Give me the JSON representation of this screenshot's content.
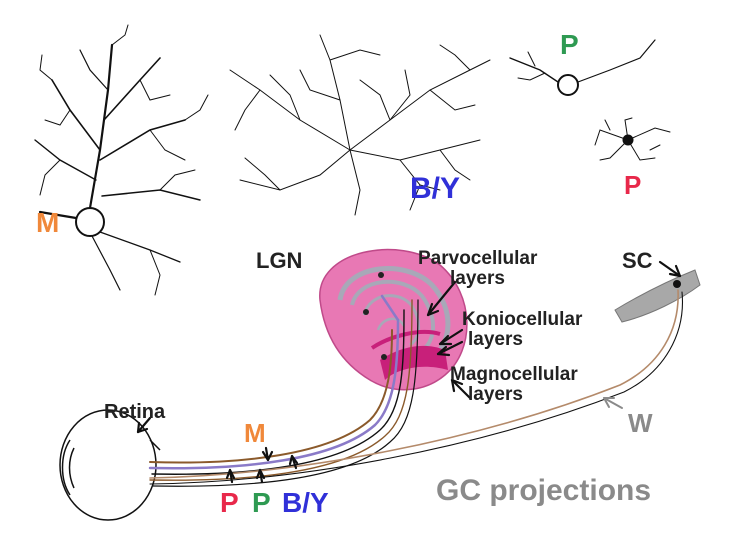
{
  "labels": {
    "cell_m_top": "M",
    "cell_by": "B/Y",
    "cell_p_green": "P",
    "cell_p_red": "P",
    "lgn": "LGN",
    "parvo_1": "Parvocellular",
    "parvo_2": "layers",
    "konio_1": "Koniocellular",
    "konio_2": "layers",
    "magno_1": "Magnocellular",
    "magno_2": "layers",
    "sc": "SC",
    "retina": "Retina",
    "m_path": "M",
    "p_red": "P",
    "p_green": "P",
    "by_path": "B/Y",
    "w": "W",
    "gc_projections": "GC projections"
  },
  "colors": {
    "m": "#f0883a",
    "p_green": "#2e9a52",
    "p_red": "#e8284a",
    "by": "#3030d8",
    "gray_text": "#8a8a8a",
    "lgn_fill": "#e878b4",
    "magno_fill": "#c8207a",
    "sc_fill": "#a8a8a8"
  }
}
